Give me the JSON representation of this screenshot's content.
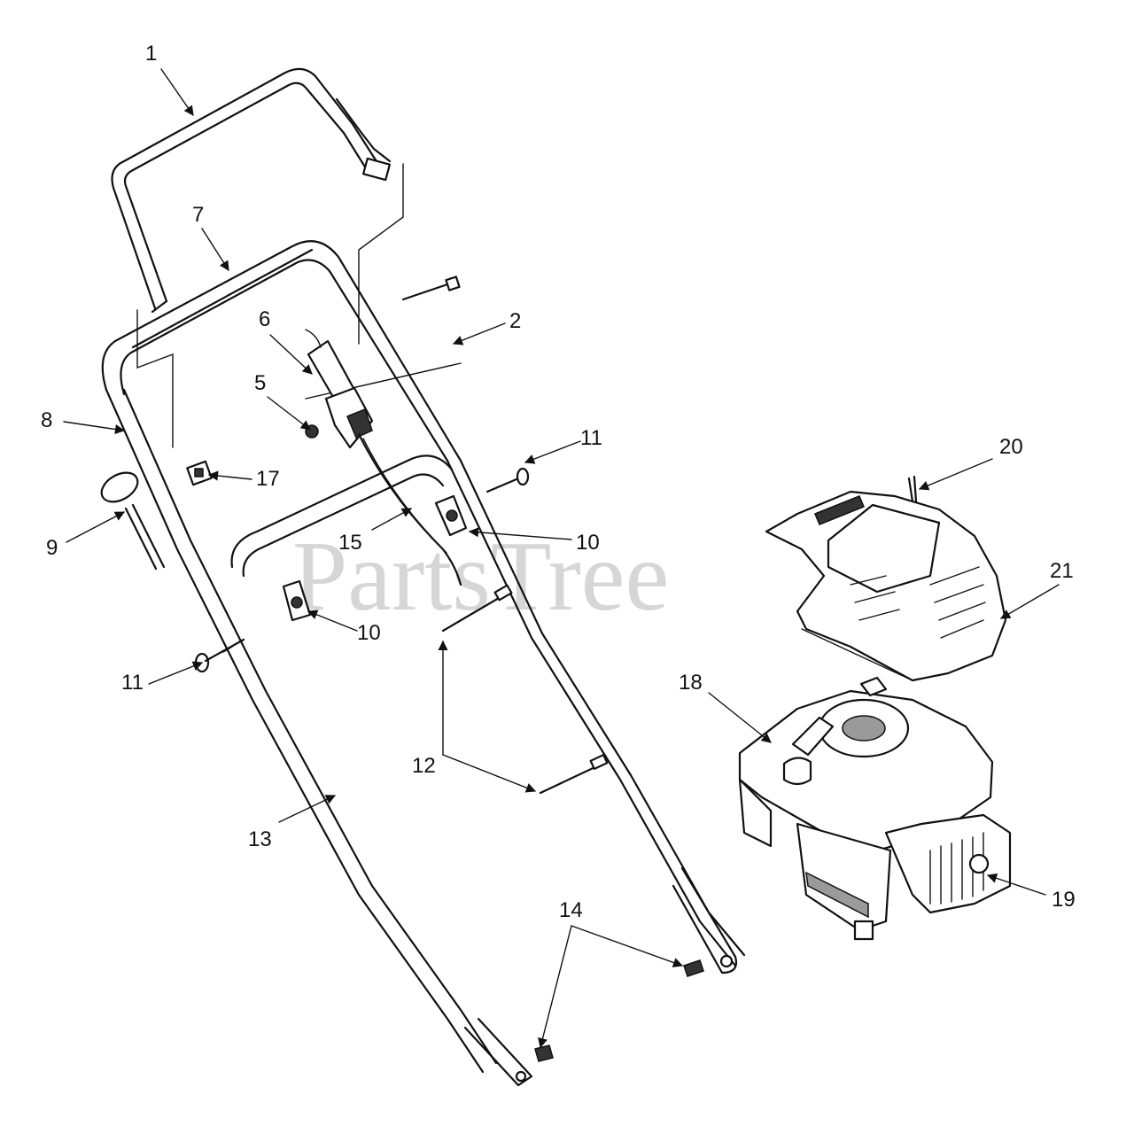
{
  "watermark": "PartsTree",
  "callouts": [
    {
      "id": "c1",
      "text": "1"
    },
    {
      "id": "c2",
      "text": "2"
    },
    {
      "id": "c5",
      "text": "5"
    },
    {
      "id": "c6",
      "text": "6"
    },
    {
      "id": "c7",
      "text": "7"
    },
    {
      "id": "c8",
      "text": "8"
    },
    {
      "id": "c9",
      "text": "9"
    },
    {
      "id": "c10a",
      "text": "10"
    },
    {
      "id": "c10b",
      "text": "10"
    },
    {
      "id": "c11a",
      "text": "11"
    },
    {
      "id": "c11b",
      "text": "11"
    },
    {
      "id": "c12",
      "text": "12"
    },
    {
      "id": "c13",
      "text": "13"
    },
    {
      "id": "c14",
      "text": "14"
    },
    {
      "id": "c15",
      "text": "15"
    },
    {
      "id": "c17",
      "text": "17"
    },
    {
      "id": "c18",
      "text": "18"
    },
    {
      "id": "c19",
      "text": "19"
    },
    {
      "id": "c20",
      "text": "20"
    },
    {
      "id": "c21",
      "text": "21"
    }
  ]
}
